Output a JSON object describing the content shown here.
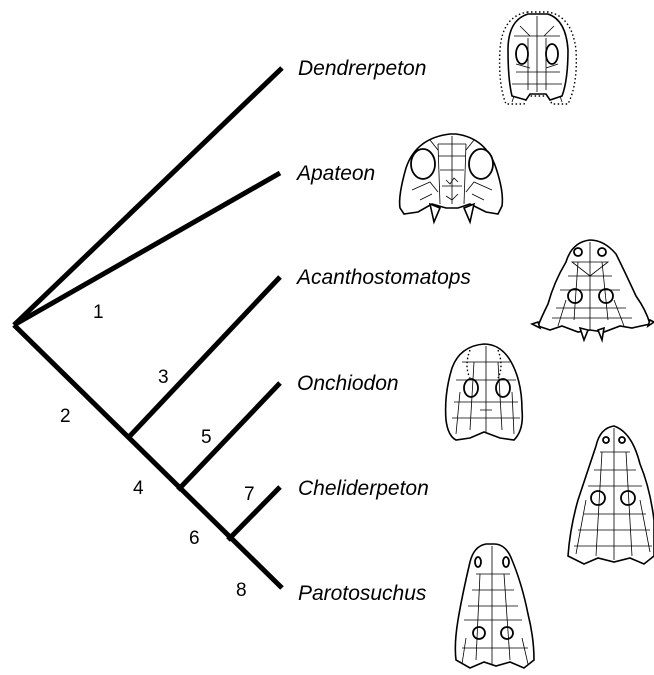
{
  "taxa": [
    {
      "name": "Dendrerpeton",
      "skull": "dendrerpeton-skull"
    },
    {
      "name": "Apateon",
      "skull": "apateon-skull"
    },
    {
      "name": "Acanthostomatops",
      "skull": "acanthostomatops-skull"
    },
    {
      "name": "Onchiodon",
      "skull": "onchiodon-skull"
    },
    {
      "name": "Cheliderpeton",
      "skull": "cheliderpeton-skull"
    },
    {
      "name": "Parotosuchus",
      "skull": "parotosuchus-skull"
    }
  ],
  "nodes": [
    "1",
    "2",
    "3",
    "4",
    "5",
    "6",
    "7",
    "8"
  ]
}
